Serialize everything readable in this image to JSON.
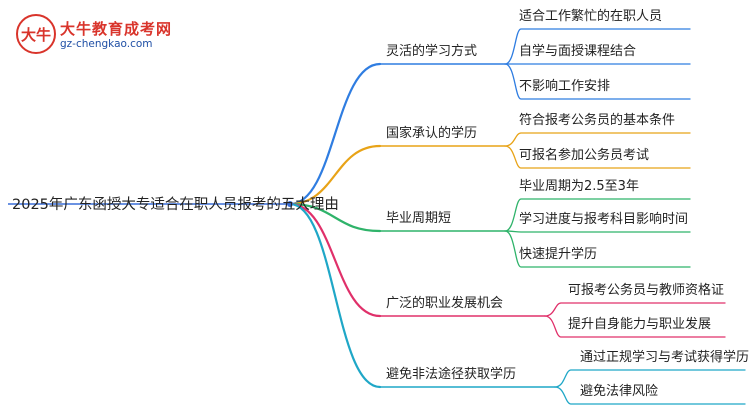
{
  "logo": {
    "mark": "大牛",
    "name": "大牛教育成考网",
    "url": "gz-chengkao.com"
  },
  "root": "2025年广东函授大专适合在职人员报考的五大理由",
  "branches": [
    {
      "label": "灵活的学习方式",
      "color": "#2f7de1",
      "children": [
        "适合工作繁忙的在职人员",
        "自学与面授课程结合",
        "不影响工作安排"
      ]
    },
    {
      "label": "国家承认的学历",
      "color": "#e8a317",
      "children": [
        "符合报考公务员的基本条件",
        "可报名参加公务员考试"
      ]
    },
    {
      "label": "毕业周期短",
      "color": "#2fb36a",
      "children": [
        "毕业周期为2.5至3年",
        "学习进度与报考科目影响时间",
        "快速提升学历"
      ]
    },
    {
      "label": "广泛的职业发展机会",
      "color": "#e0306a",
      "children": [
        "可报考公务员与教师资格证",
        "提升自身能力与职业发展"
      ]
    },
    {
      "label": "避免非法途径获取学历",
      "color": "#1fa7c7",
      "children": [
        "通过正规学习与考试获得学历",
        "避免法律风险"
      ]
    }
  ]
}
